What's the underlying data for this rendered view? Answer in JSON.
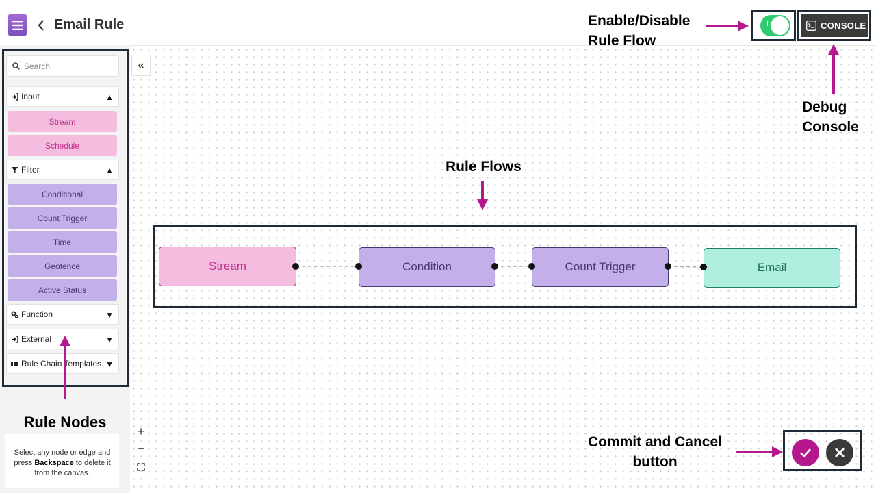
{
  "header": {
    "title": "Email Rule",
    "menu_icon": "hamburger-menu-icon",
    "back_icon": "chevron-left-icon",
    "toggle_state": "on",
    "toggle_mark": "I",
    "console_label": "CONSOLE",
    "console_icon": "terminal-icon"
  },
  "sidebar": {
    "search_placeholder": "Search",
    "categories": [
      {
        "label": "Input",
        "icon": "sign-in-icon",
        "expanded": true,
        "nodes": [
          "Stream",
          "Schedule"
        ]
      },
      {
        "label": "Filter",
        "icon": "filter-icon",
        "expanded": true,
        "nodes": [
          "Conditional",
          "Count Trigger",
          "Time",
          "Geofence",
          "Active Status"
        ]
      },
      {
        "label": "Function",
        "icon": "cogs-icon",
        "expanded": false,
        "nodes": []
      },
      {
        "label": "External",
        "icon": "sign-in-icon",
        "expanded": false,
        "nodes": []
      },
      {
        "label": "Rule Chain Templates",
        "icon": "grid-icon",
        "expanded": false,
        "nodes": []
      }
    ],
    "help_prefix": "Select any node or edge and press",
    "help_key": "Backspace",
    "help_suffix": "to delete it from the canvas."
  },
  "canvas": {
    "collapse_label": "«",
    "zoom_in": "+",
    "zoom_out": "−",
    "flow_nodes": [
      {
        "label": "Stream",
        "type": "input"
      },
      {
        "label": "Condition",
        "type": "filter"
      },
      {
        "label": "Count Trigger",
        "type": "filter"
      },
      {
        "label": "Email",
        "type": "external"
      }
    ]
  },
  "annotations": {
    "toggle_label_1": "Enable/Disable",
    "toggle_label_2": "Rule Flow",
    "console_label_1": "Debug",
    "console_label_2": "Console",
    "flows_label": "Rule Flows",
    "nodes_label": "Rule Nodes",
    "commit_label_1": "Commit and Cancel",
    "commit_label_2": "button"
  },
  "colors": {
    "accent": "#b5178c",
    "input_node": "#f4bde0",
    "filter_node": "#c3b0ea",
    "external_node": "#b0efe0",
    "toggle_on": "#2fcb6d"
  }
}
